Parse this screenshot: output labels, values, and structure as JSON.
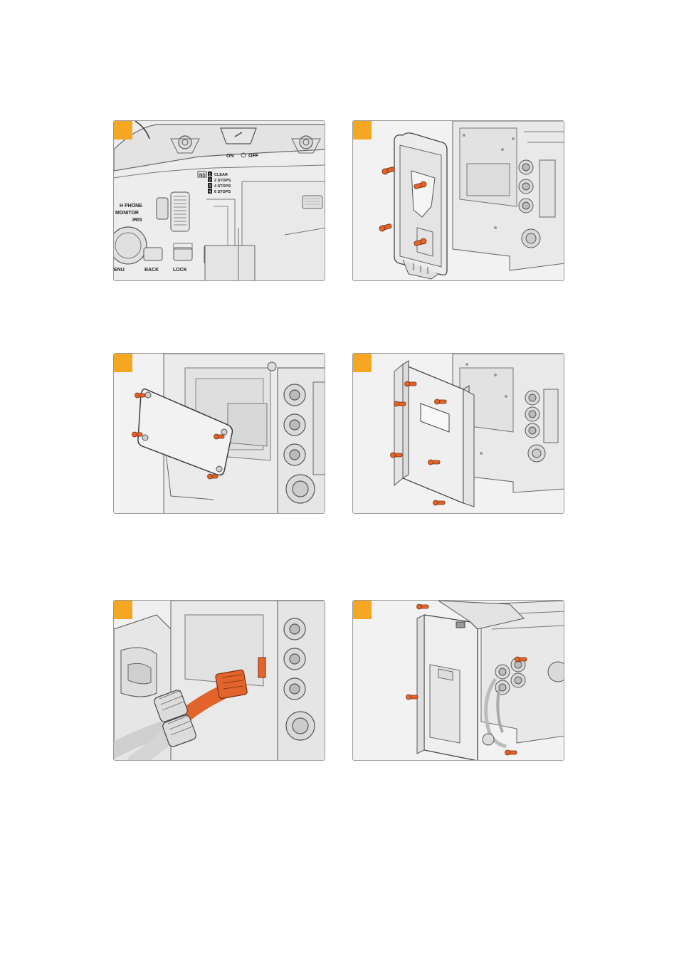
{
  "page": {
    "background": "#ffffff",
    "accent": "#f5a623",
    "screw_color": "#e2642c"
  },
  "panels": [
    {
      "id": "camera-controls",
      "labels": {
        "on": "ON",
        "off": "OFF",
        "nd": "ND",
        "nd1": "1",
        "nd2": "2",
        "nd3": "3",
        "nd4": "4",
        "nd_clear": "CLEAR",
        "nd_2stops": "2 STOPS",
        "nd_4stops": "4 STOPS",
        "nd_6stops": "6 STOPS",
        "headphone": "H PHONE",
        "monitor": "MONITOR",
        "iris": "IRIS",
        "menu": "ENU",
        "back": "BACK",
        "lock": "LOCK"
      }
    },
    {
      "id": "vmount-plate-attach"
    },
    {
      "id": "cover-plate-removal"
    },
    {
      "id": "adapter-bracket-attach"
    },
    {
      "id": "cable-connection"
    },
    {
      "id": "battery-plate-final"
    }
  ]
}
